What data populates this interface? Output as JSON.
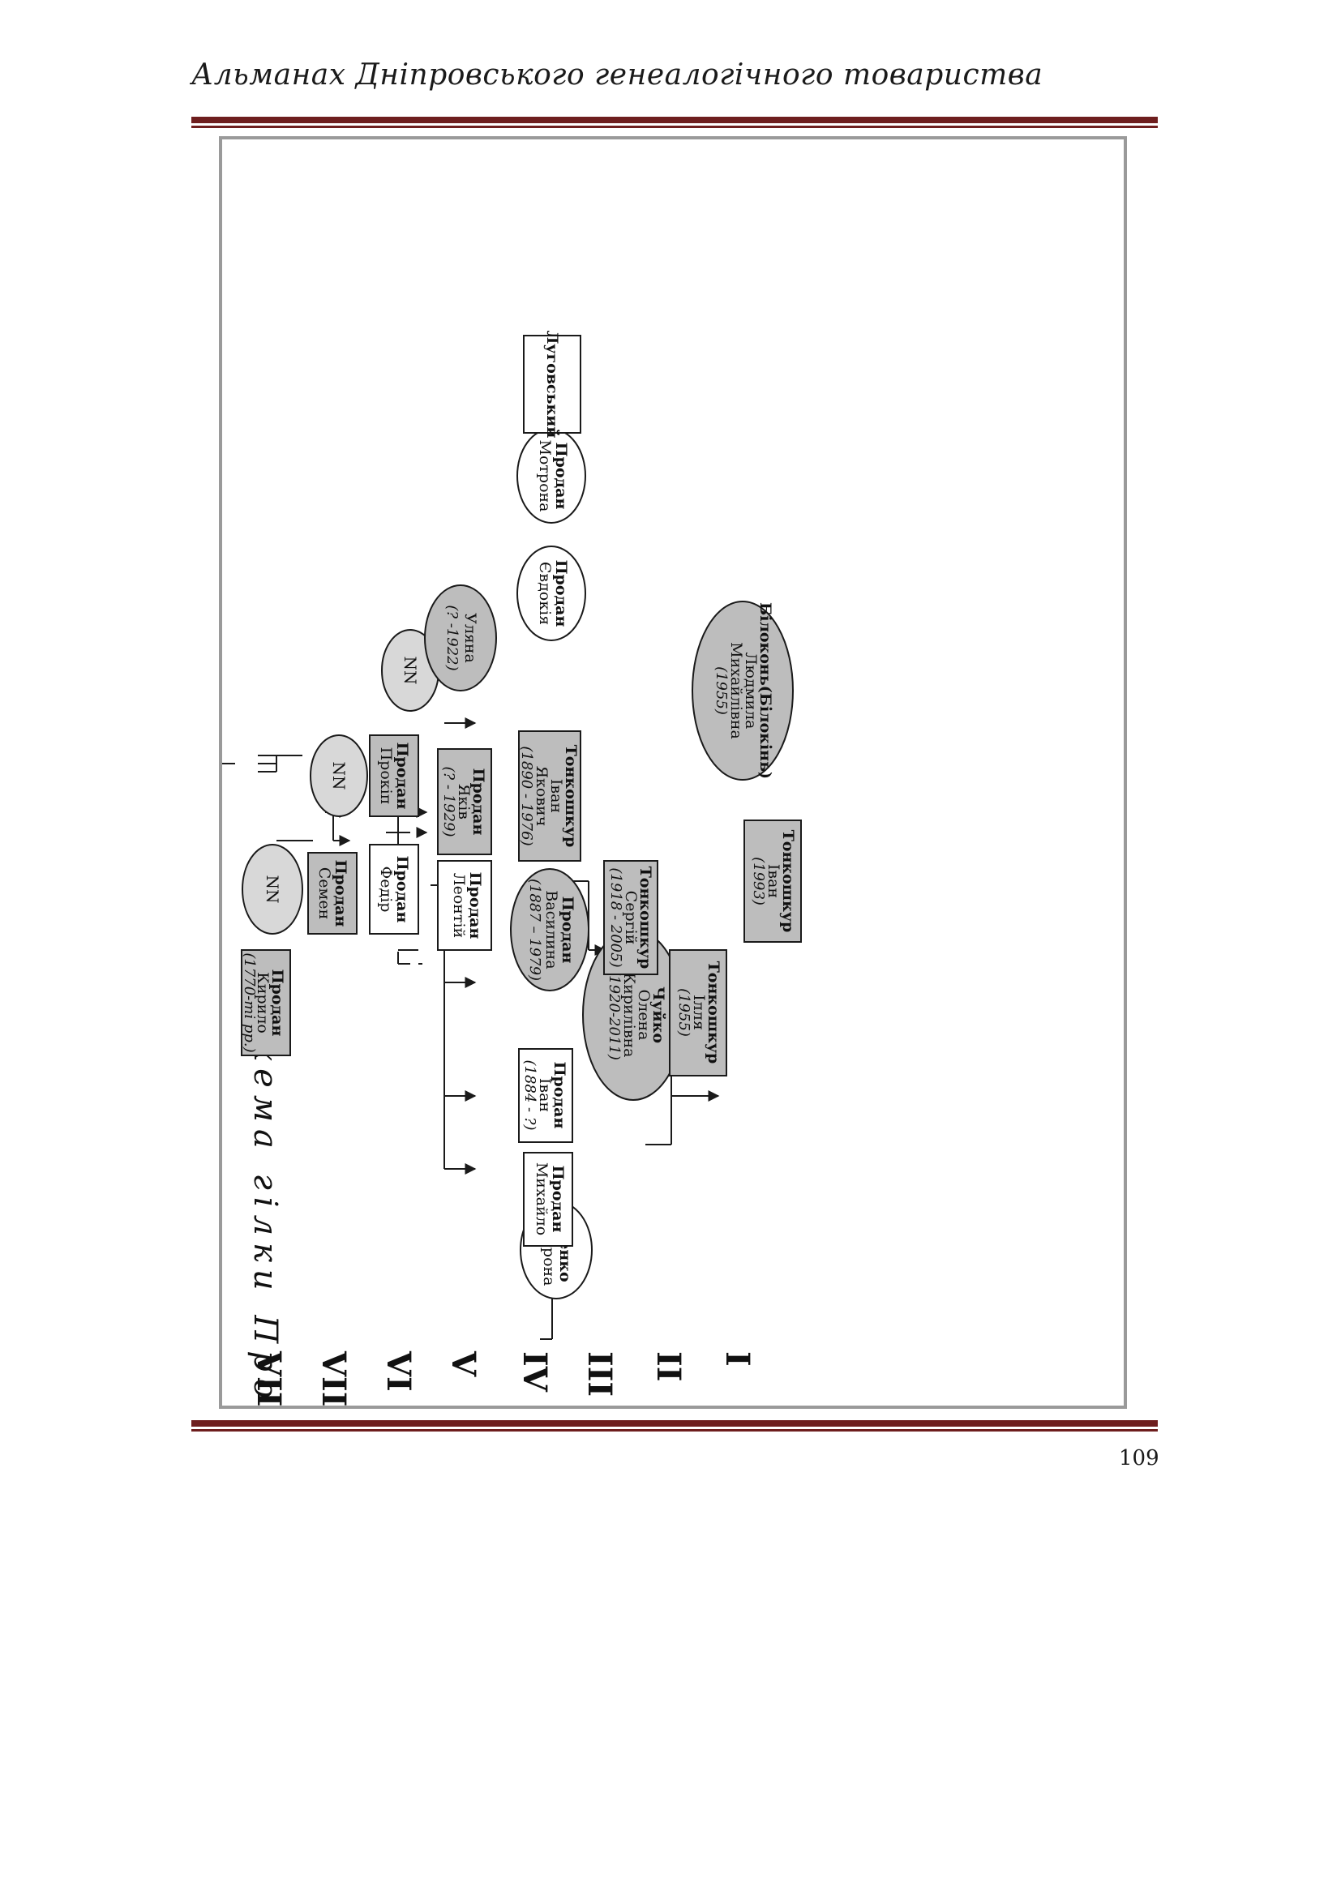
{
  "header": {
    "title": "Альманах Дніпровського генеалогічного товариства"
  },
  "page_number": "109",
  "diagram": {
    "title": "Схема гілки Проданів",
    "generations": [
      "VIII",
      "VII",
      "VI",
      "V",
      "IV",
      "III",
      "II",
      "I"
    ],
    "people": {
      "kyrylo": {
        "surname": "Продан",
        "given": "Кирило",
        "years": "(1770-ті рр.)"
      },
      "nn8": {
        "label": "NN"
      },
      "semen": {
        "surname": "Продан",
        "given": "Семен"
      },
      "nn7": {
        "label": "NN"
      },
      "fedir": {
        "surname": "Продан",
        "given": "Федір"
      },
      "prokip": {
        "surname": "Продан",
        "given": "Прокіп"
      },
      "nn6": {
        "label": "NN"
      },
      "leontii": {
        "surname": "Продан",
        "given": "Леонтій"
      },
      "yakiv": {
        "surname": "Продан",
        "given": "Яків",
        "years": "(? - 1929)"
      },
      "uliana": {
        "given": "Уляна",
        "years": "(? -1922)"
      },
      "usenko": {
        "surname": "Усенко",
        "given": "Мотрона"
      },
      "mykhailo": {
        "surname": "Продан",
        "given": "Михайло"
      },
      "ivan4": {
        "surname": "Продан",
        "given": "Іван",
        "years": "(1884 - ?)"
      },
      "vasylyna": {
        "surname": "Продан",
        "given": "Василина",
        "years": "(1887 – 1979)"
      },
      "ivan_t": {
        "surname": "Тонкошкур",
        "given1": "Іван",
        "given2": "Якович",
        "years": "(1890 - 1976)"
      },
      "yevdokiia": {
        "surname": "Продан",
        "given": "Євдокія"
      },
      "motrona": {
        "surname": "Продан",
        "given": "Мотрона"
      },
      "luhovskyi": {
        "surname": "Луговський"
      },
      "chuiko": {
        "surname": "Чуйко",
        "given1": "Олена",
        "given2": "Кирилівна",
        "years": "(1920-2011)"
      },
      "serhii": {
        "surname": "Тонкошкур",
        "given": "Сергій",
        "years": "(1918 - 2005)"
      },
      "illia": {
        "surname": "Тонкошкур",
        "given": "Ілля",
        "years": "(1955)"
      },
      "bilokon": {
        "surname": "Білоконь(Білокінь)",
        "given1": "Людмила",
        "given2": "Михайлівна",
        "years": "(1955)"
      },
      "ivan1": {
        "surname": "Тонкошкур",
        "given": "Іван",
        "years": "(1993)"
      }
    }
  }
}
